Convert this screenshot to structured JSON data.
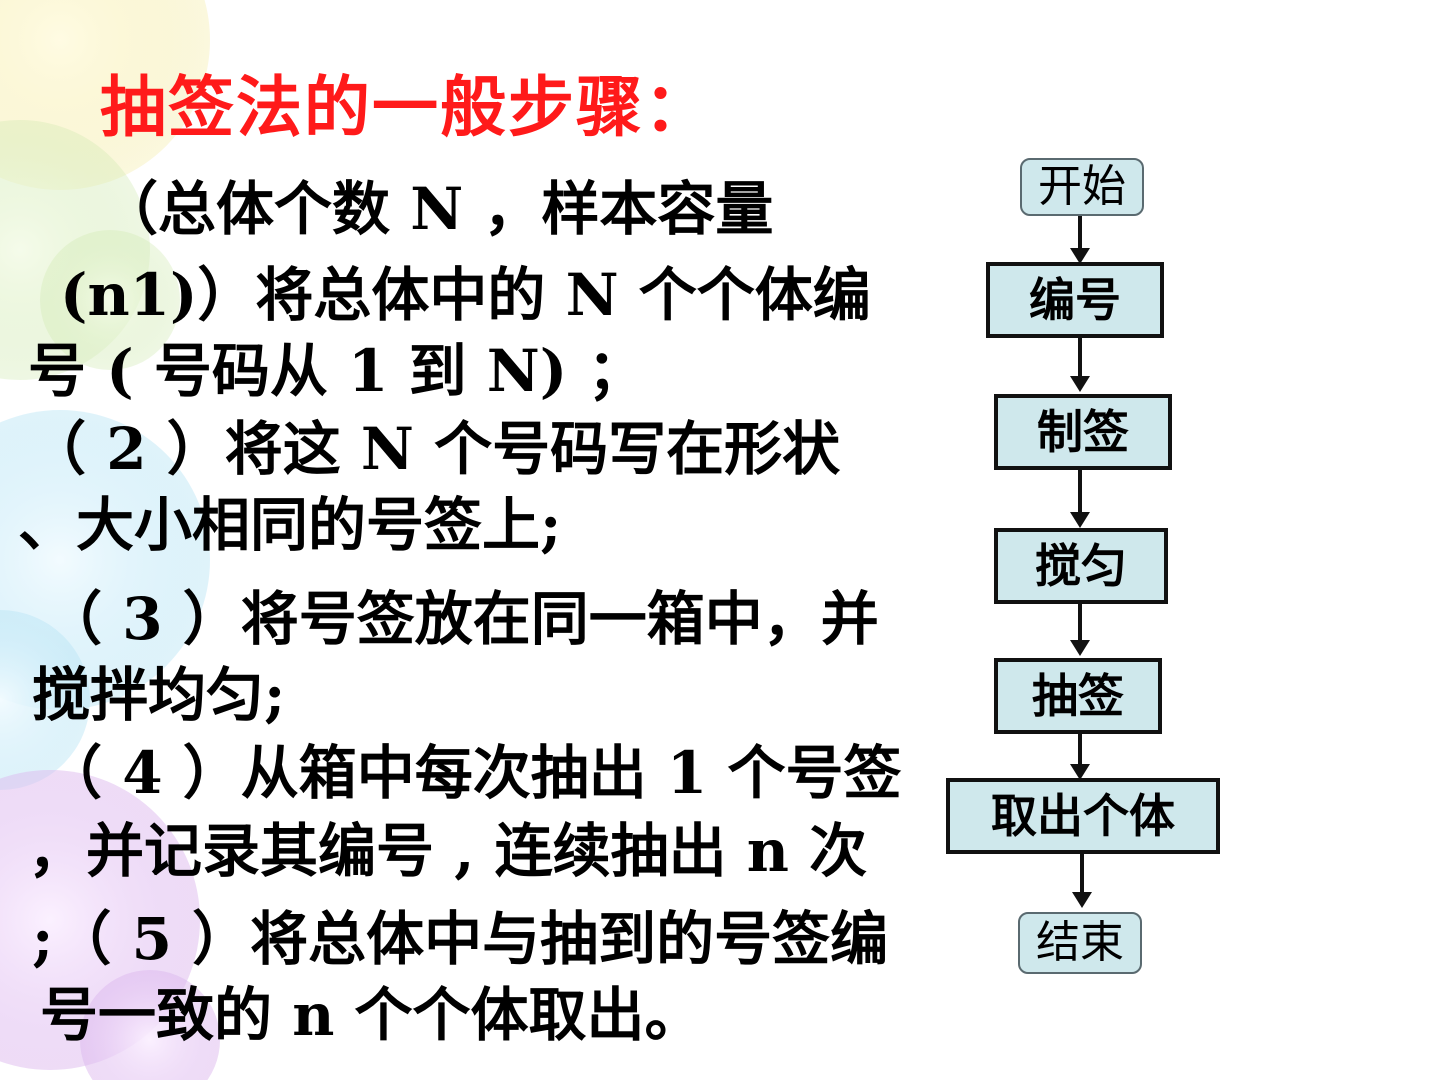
{
  "title": "抽签法的一般步骤：",
  "steps": {
    "l1": "（总体个数 N ，样本容量",
    "l2": "(n1)）将总体中的 N 个个体编",
    "l3": "号 ( 号码从 1 到 N) ；",
    "l4": "（ 2 ）将这 N 个号码写在形状",
    "l5": "、大小相同的号签上;",
    "l6": "（ 3 ）将号签放在同一箱中，并",
    "l7": "搅拌均匀;",
    "l8": "（ 4 ）从箱中每次抽出 1 个号签",
    "l9": "，并记录其编号 , 连续抽出 n 次",
    "l10": ";（ 5 ）将总体中与抽到的号签编",
    "l11": "号一致的 n 个个体取出。"
  },
  "flowchart": {
    "start": "开始",
    "step1": "编号",
    "step2": "制签",
    "step3": "搅匀",
    "step4": "抽签",
    "step5": "取出个体",
    "end": "结束"
  },
  "colors": {
    "title": "#ff1a1a",
    "box_fill": "#cfe8ec",
    "text": "#000000"
  }
}
